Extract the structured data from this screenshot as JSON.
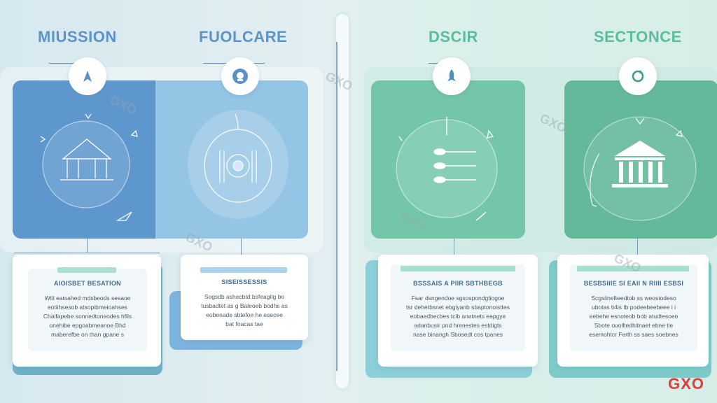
{
  "headings": [
    "MIUSSION",
    "FUOLCARE",
    "DSCIR",
    "SECTONCE"
  ],
  "cards": [
    {
      "title": "AIOISBET BESATION",
      "lines": [
        "Wtil eatsahed mdsbeods sesaoe",
        "eotiihsesob atsopibmeioahses",
        "Chaifapebe sonnedtoneodes hfils",
        "onehibe epgoabmeanoe Bhd",
        "maberefbe on than gpane s"
      ]
    },
    {
      "title": "SISEISSESSIS",
      "lines": [
        "Sogsdb ashecbtd bsfeagitg bo",
        "tusbadtet as g Baleoeb bodhs as",
        "eobenade sbtefoe he esecee",
        "bat foacas tae"
      ]
    },
    {
      "title": "BSSSAIS A PIIR SBTHBEGB",
      "lines": [
        "Fsar dsngendoe sgsospondgtiogoe",
        "tsr dehetbsnet ebgiyanb sbaptonoisttes",
        "eobaedbecbes tcib anetnets eapgye",
        "adanbusir pnd hrenestes estdigts",
        "nase binangh Sbosedt cos tpanes"
      ]
    },
    {
      "title": "BESBSIIIE SI EAII N RIIII ESBSI",
      "lines": [
        "Scgsiinefteedtob ss weostodeso",
        "ubotas ti4is tb podeebeebeee i i",
        "eebehe esnoteob bob atudtesoeo",
        "Sbote ouolltedhitnaet ebne tie",
        "esemohtcr Ferth ss saes soebnes"
      ]
    }
  ],
  "watermark": "GXO",
  "logo": "GXO",
  "icons": [
    "navigation-icon",
    "badge-icon",
    "rocket-icon",
    "refresh-icon"
  ],
  "colors": {
    "blue": "#5d96cc",
    "lightblue": "#91c4e2",
    "green": "#73c6a8",
    "teal": "#63b89a"
  }
}
